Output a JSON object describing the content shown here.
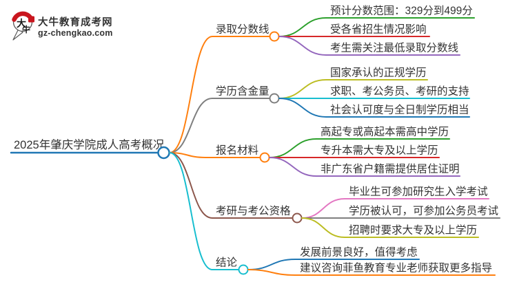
{
  "logo": {
    "icon_char_top": "大",
    "icon_char_bottom": "牛",
    "title": "大牛教育成考网",
    "subtitle": "gz-chengkao.com",
    "brand_green": "#019345",
    "seal_red": "#c9161e",
    "bubble_outline": "#5a5a5a"
  },
  "root": {
    "label": "2025年肇庆学院成人高考概况",
    "color": "#1f77b4"
  },
  "branches": [
    {
      "label": "录取分数线",
      "color": "#ff7f0e",
      "children": [
        {
          "label": "预计分数范围：329分到499分",
          "color": "#2ca02c"
        },
        {
          "label": "受各省招生情况影响",
          "color": "#d62728"
        },
        {
          "label": "考生需关注最低录取分数线",
          "color": "#9467bd"
        }
      ]
    },
    {
      "label": "学历含金量",
      "color": "#7f7f7f",
      "children": [
        {
          "label": "国家承认的正规学历",
          "color": "#bcbd22"
        },
        {
          "label": "求职、考公务员、考研的支持",
          "color": "#17becf"
        },
        {
          "label": "社会认可度与全日制学历相当",
          "color": "#1f77b4"
        }
      ]
    },
    {
      "label": "报名材料",
      "color": "#ff7f0e",
      "children": [
        {
          "label": "高起专或高起本需高中学历",
          "color": "#2ca02c"
        },
        {
          "label": "专升本需大专及以上学历",
          "color": "#d62728"
        },
        {
          "label": "非广东省户籍需提供居住证明",
          "color": "#9467bd"
        }
      ]
    },
    {
      "label": "考研与考公资格",
      "color": "#8c564b",
      "children": [
        {
          "label": "毕业生可参加研究生入学考试",
          "color": "#e377c2"
        },
        {
          "label": "学历被认可，可参加公务员考试",
          "color": "#7f7f7f"
        },
        {
          "label": "招聘时要求大专及以上学历",
          "color": "#bcbd22"
        }
      ]
    },
    {
      "label": "结论",
      "color": "#17becf",
      "children": [
        {
          "label": "发展前景良好，值得考虑",
          "color": "#1f77b4"
        },
        {
          "label": "建议咨询菲鱼教育专业老师获取更多指导",
          "color": "#ff7f0e"
        }
      ]
    }
  ]
}
